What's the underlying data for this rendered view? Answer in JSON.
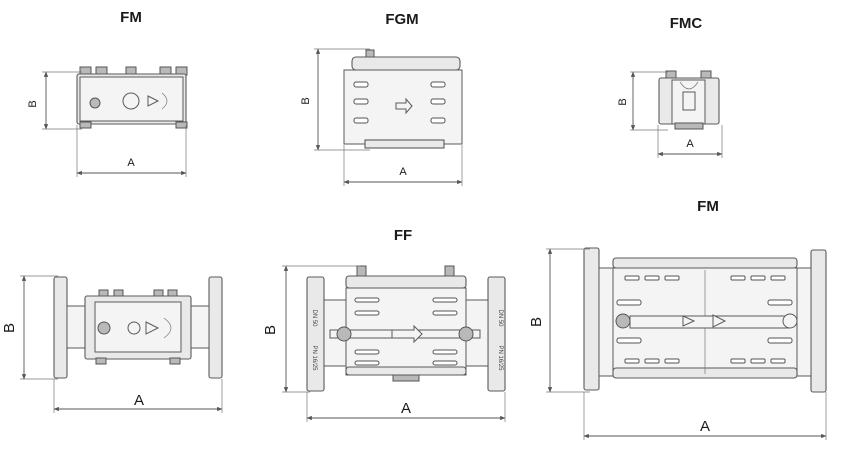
{
  "diagrams": {
    "fm_small": {
      "title": "FM",
      "dim_a": "A",
      "dim_b": "B"
    },
    "fgm": {
      "title": "FGM",
      "dim_a": "A",
      "dim_b": "B"
    },
    "fmc": {
      "title": "FMC",
      "dim_a": "A",
      "dim_b": "B"
    },
    "fm_flanged": {
      "dim_a": "A",
      "dim_b": "B"
    },
    "ff": {
      "title": "FF",
      "dim_a": "A",
      "dim_b": "B",
      "flange_left": [
        "DN 50",
        "PN 16/25"
      ],
      "flange_right": [
        "DN 50",
        "PN 16/25"
      ]
    },
    "fm_large": {
      "title": "FM",
      "dim_a": "A",
      "dim_b": "B"
    }
  },
  "colors": {
    "line": "#5a5a5a",
    "body_fill": "#e9e9e9",
    "dark_fill": "#b9b9b9",
    "text": "#1a1a1a"
  }
}
